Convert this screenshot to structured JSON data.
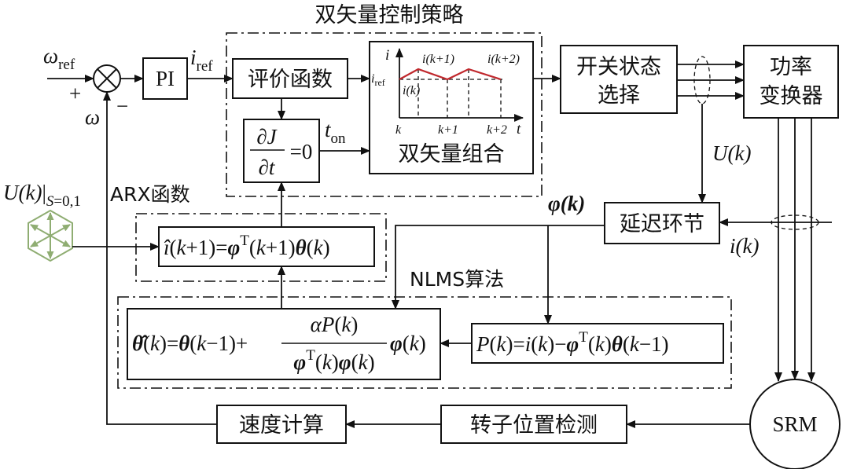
{
  "title": "双矢量控制策略",
  "blocks": {
    "pi": "PI",
    "evaluation_function": "评价函数",
    "dual_vector_combination": "双矢量组合",
    "switch_state_line1": "开关状态",
    "switch_state_line2": "选择",
    "converter_line1": "功率",
    "converter_line2": "变换器",
    "delay": "延迟环节",
    "speed_calc": "速度计算",
    "rotor_position": "转子位置检测",
    "motor": "SRM"
  },
  "groups": {
    "arx": "ARX函数",
    "nlms": "NLMS算法"
  },
  "signals": {
    "omega_ref": "ωref",
    "i_ref": "iref",
    "omega": "ω",
    "plus": "+",
    "minus": "−",
    "t_on": "ton",
    "u_k": "U(k)",
    "phi_k": "φ(k)",
    "i_k": "i(k)",
    "u_input": "U(k)|S=0,1"
  },
  "mini_plot": {
    "i_axis": "i",
    "i_ref": "iref",
    "ik": "i(k)",
    "ik1": "i(k+1)",
    "ik2": "i(k+2)",
    "k": "k",
    "k1": "k+1",
    "k2": "k+2",
    "t": "t"
  },
  "colors": {
    "current_waveform": "#c0282d",
    "hexagon": "#8fad72"
  }
}
